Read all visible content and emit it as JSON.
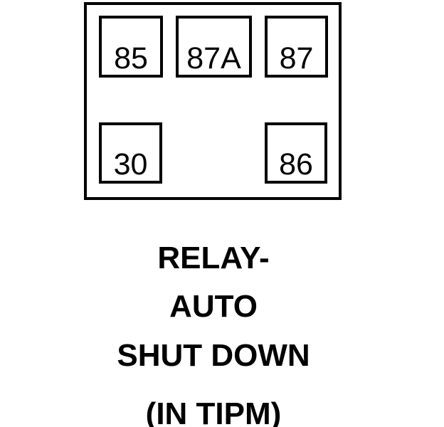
{
  "diagram": {
    "type": "relay-pinout",
    "relay": {
      "pins": [
        {
          "id": "85",
          "label": "85",
          "position": "top-left"
        },
        {
          "id": "87A",
          "label": "87A",
          "position": "top-center"
        },
        {
          "id": "87",
          "label": "87",
          "position": "top-right"
        },
        {
          "id": "30",
          "label": "30",
          "position": "bottom-left"
        },
        {
          "id": "86",
          "label": "86",
          "position": "bottom-right"
        }
      ]
    },
    "caption": {
      "lines": [
        "RELAY-",
        "AUTO",
        "SHUT DOWN",
        "(IN TIPM)"
      ]
    },
    "colors": {
      "line": "#000000",
      "background": "#ffffff"
    }
  }
}
